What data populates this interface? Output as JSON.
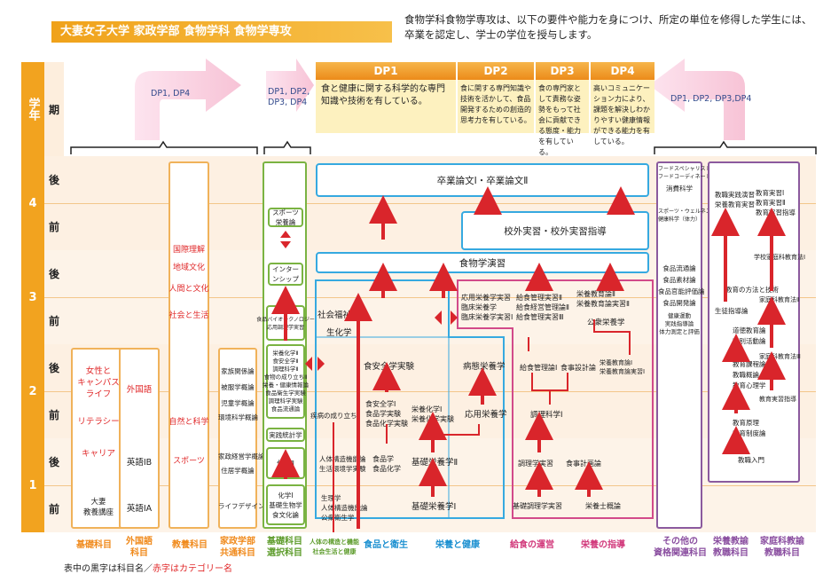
{
  "title": "大妻女子大学 家政学部 食物学科 食物学専攻",
  "intro": "食物学科食物学専攻は、以下の要件や能力を身につけ、所定の単位を修得した学生には、卒業を認定し、学士の学位を授与します。",
  "headers": {
    "year": "学年",
    "term": "期"
  },
  "years": [
    "4",
    "3",
    "2",
    "1"
  ],
  "terms": [
    "後",
    "前",
    "後",
    "前",
    "後",
    "前",
    "後",
    "前"
  ],
  "dp_arrows": {
    "left": "DP1, DP4",
    "middle": "DP1, DP2,\nDP3, DP4",
    "right": "DP1, DP2, DP3,DP4"
  },
  "dp": [
    {
      "label": "DP1",
      "text": "食と健康に関する科学的な専門知識や技術を有している。"
    },
    {
      "label": "DP2",
      "text": "食に関する専門知識や技術を活かして、食品開発するための創造的思考力を有している。"
    },
    {
      "label": "DP3",
      "text": "食の専門家として責務な姿勢をもって社会に貢献できる態度・能力を有している。"
    },
    {
      "label": "DP4",
      "text": "高いコミュニケーション力により、課題を解決しわかりやすい健康情報ができる能力を有している。"
    }
  ],
  "top": {
    "thesis": "卒業論文Ⅰ・卒業論文Ⅱ",
    "practicum": "校外実習・校外実習指導",
    "seminar": "食物学演習"
  },
  "basic": {
    "f1": "大妻\n教養講座",
    "cat1": "女性と\nキャンパス\nライフ",
    "cat2": "リテラシー",
    "cat3": "キャリア"
  },
  "foreign": {
    "cat": "外国語",
    "e1b": "英語ⅠB",
    "e1a": "英語ⅠA"
  },
  "liberal": {
    "cats": [
      "国際理解",
      "地域文化",
      "人間と文化",
      "社会と生活",
      "自然と科学",
      "スポーツ"
    ]
  },
  "common": {
    "items": [
      "家族関係論",
      "被服学概論",
      "児童学概論",
      "環境科学概論",
      "家政経営学概論",
      "住居学概論",
      "ライフデザイン学概論"
    ]
  },
  "elective": {
    "sports": "スポーツ栄養論",
    "intern": "インターンシップ",
    "items1": "食品バイオテクノロジー\n応用調理学実習",
    "items2": "栄養化学Ⅱ\n食安全学Ⅱ\n調理科学Ⅱ\n食物の成り立ちⅡ\n栄養・健康情報論\n食品衛生学実験\n調理科学実験\n食品流通論",
    "items3": "実践統計学",
    "items4": "化学Ⅱ",
    "items5": "化学Ⅰ\n基礎生物学\n食文化論"
  },
  "body": {
    "soc": "社会福祉論",
    "bio": "生化学",
    "disease": "疾病の成り立ちⅠ",
    "anat": "人体構造機能論\n生活環境学実験",
    "phys": "生理学\n人体構造機能論\n公衆衛生学"
  },
  "food": {
    "safety": "食安全学実験",
    "safety1": "食安全学Ⅰ\n食品学実験\n食品化学実験",
    "chem": "食品学\n食品化学",
    "nut1": "栄養化学Ⅰ\n栄養化学実験",
    "basic2": "基礎栄養学Ⅱ",
    "basic1": "基礎栄養学Ⅰ"
  },
  "nutrition": {
    "app": "応用栄養学実習\n臨床栄養学\n臨床栄養学実習Ⅰ",
    "disease": "病態栄養学",
    "appn": "応用栄養学"
  },
  "meal": {
    "admin2": "給食管理実習Ⅱ\n給食経営管理論Ⅱ\n給食管理実習Ⅲ",
    "admin1": "給食管理論Ⅰ",
    "planning": "食事設計論",
    "cook1": "調理科学Ⅰ",
    "cookp": "調理学実習",
    "mgmt": "食事計画論",
    "basiccook": "基礎調理学実習"
  },
  "guidance": {
    "ed": "栄養教育論Ⅱ\n栄養教育論実習Ⅱ",
    "pub": "公衆栄養学",
    "ed1": "栄養教育論Ⅰ\n栄養教育論実習Ⅰ",
    "intro": "栄養士概論"
  },
  "other": {
    "items": [
      "フードスペシャリスト論\nフードコーディネート論",
      "消費科学",
      "スポーツ・ウェルネス論\n健康科学（体力）",
      "食品流通論",
      "食品素材論",
      "食品官能評価論",
      "食品開発論",
      "健康運動\n実践指導論\n体力測定と評価"
    ]
  },
  "teacher": {
    "items": [
      "教職実践演習\n栄養教育実習",
      "教育の方法と技術",
      "生徒指導論",
      "道徳教育論",
      "特別活動論",
      "教育課程論",
      "教職概論",
      "教育心理学",
      "教育原理",
      "教育制度論",
      "教職入門"
    ]
  },
  "home": {
    "items": [
      "教育実習Ⅰ\n教育実習Ⅱ\n教育実習指導",
      "学校家庭科教育法Ⅰ",
      "家庭科教育法Ⅱ",
      "家庭科教育法Ⅲ",
      "教育実習指導"
    ]
  },
  "categories": [
    "基礎科目",
    "外国語\n科目",
    "教養科目",
    "家政学部\n共通科目",
    "基礎科目\n選択科目",
    "人体の構造と機能\n社会生活と健康",
    "食品と衛生",
    "栄養と健康",
    "給食の運営",
    "栄養の指導",
    "その他の\n資格関連科目",
    "栄養教諭\n教職科目",
    "家庭科教諭\n教職科目"
  ],
  "note": {
    "black": "表中の黒字は科目名／",
    "red": "赤字はカテゴリー名"
  },
  "colors": {
    "orange": "#f2a31f",
    "blue": "#36a9e0",
    "red": "#e0292a",
    "pink": "#d24a8a",
    "purple": "#8b5a9e",
    "green": "#7ab342"
  }
}
